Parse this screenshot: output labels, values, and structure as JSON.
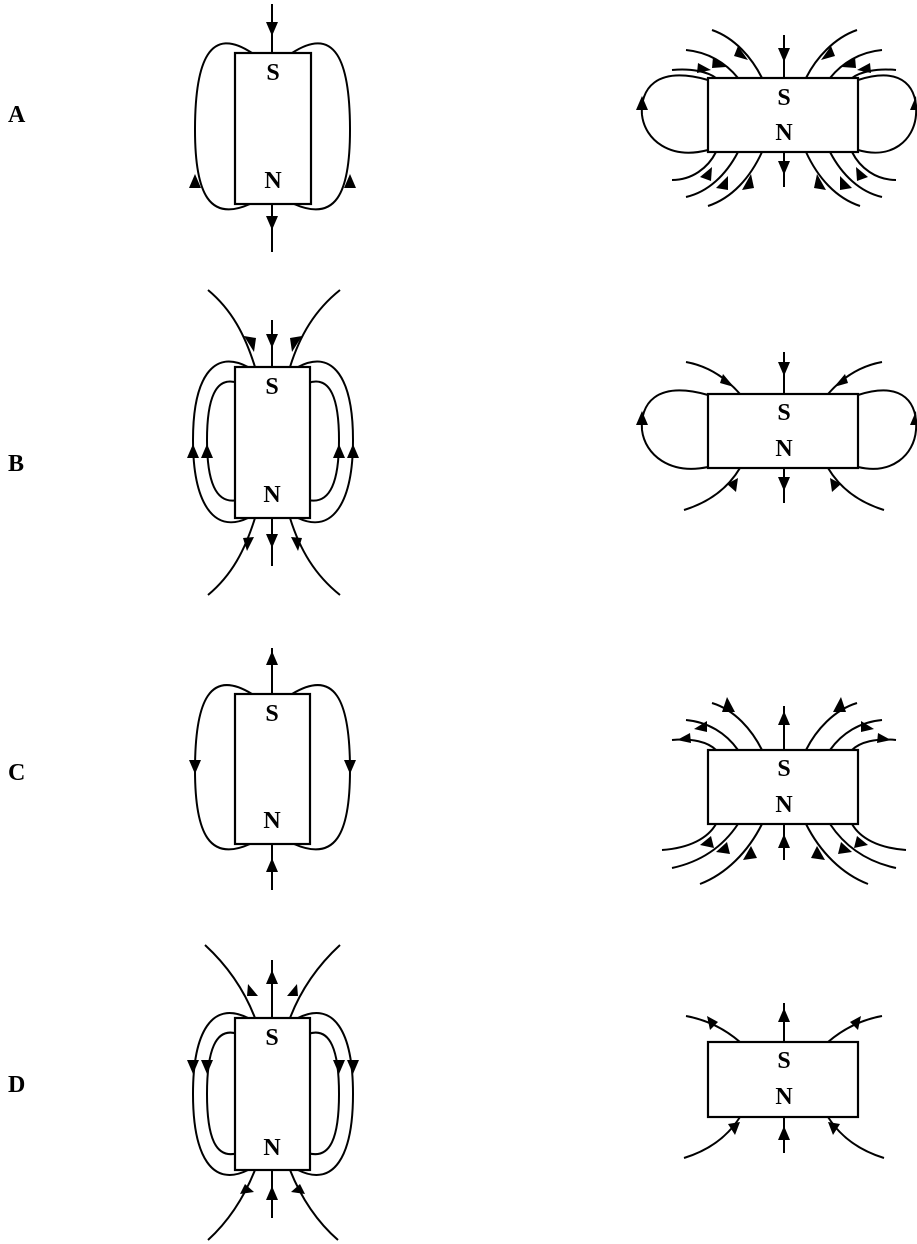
{
  "options": [
    {
      "label": "A",
      "vertical_magnet": {
        "top_pole": "S",
        "bottom_pole": "N"
      },
      "horizontal_magnet": {
        "top_pole": "S",
        "bottom_pole": "N"
      }
    },
    {
      "label": "B",
      "vertical_magnet": {
        "top_pole": "S",
        "bottom_pole": "N"
      },
      "horizontal_magnet": {
        "top_pole": "S",
        "bottom_pole": "N"
      }
    },
    {
      "label": "C",
      "vertical_magnet": {
        "top_pole": "S",
        "bottom_pole": "N"
      },
      "horizontal_magnet": {
        "top_pole": "S",
        "bottom_pole": "N"
      }
    },
    {
      "label": "D",
      "vertical_magnet": {
        "top_pole": "S",
        "bottom_pole": "N"
      },
      "horizontal_magnet": {
        "top_pole": "S",
        "bottom_pole": "N"
      }
    }
  ]
}
